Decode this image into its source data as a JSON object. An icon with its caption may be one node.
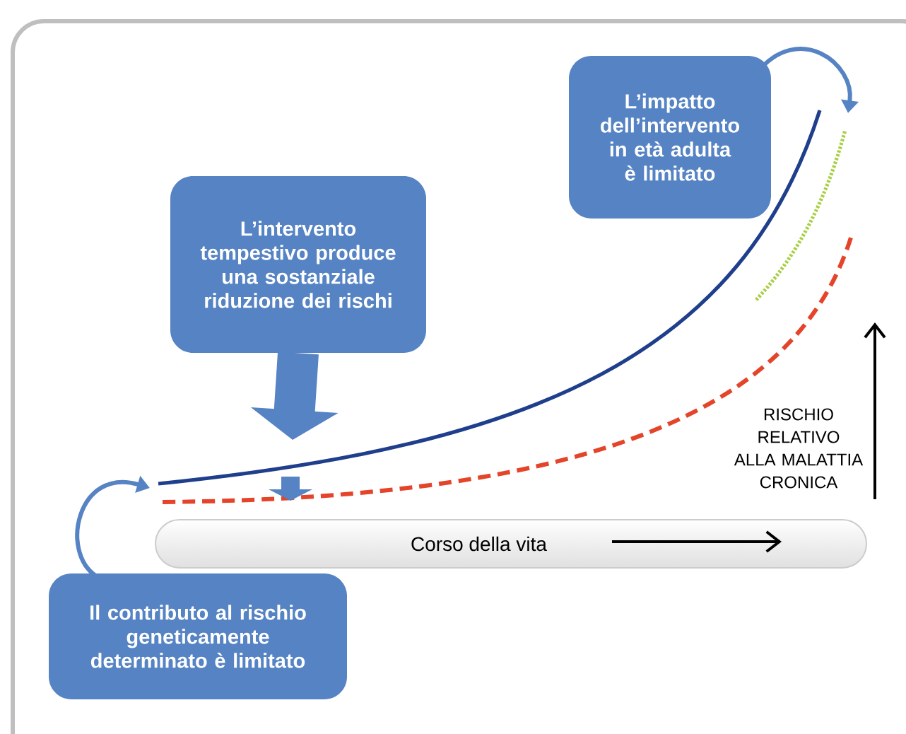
{
  "diagram": {
    "nodes": [
      {
        "text": [
          "L’intervento tempestivo produce una sostanziale riduzione dei rischi"
        ]
      },
      {
        "text": [
          "L’impatto dell’intervento in età adulta è limitato"
        ]
      },
      {
        "text": [
          "Il contributo al rischio geneticamente determinato è limitato"
        ]
      },
      {
        "text": [
          "Corso della vita"
        ]
      }
    ],
    "edges": [
      {
        "from": 0,
        "to": null,
        "arrow": "to",
        "style": "thick"
      },
      {
        "from": 1,
        "to": null,
        "arrow": "to"
      },
      {
        "from": 2,
        "to": null,
        "arrow": "to"
      }
    ],
    "labels": [
      "RISCHIO RELATIVO ALLA MALATTIA CRONICA"
    ]
  }
}
